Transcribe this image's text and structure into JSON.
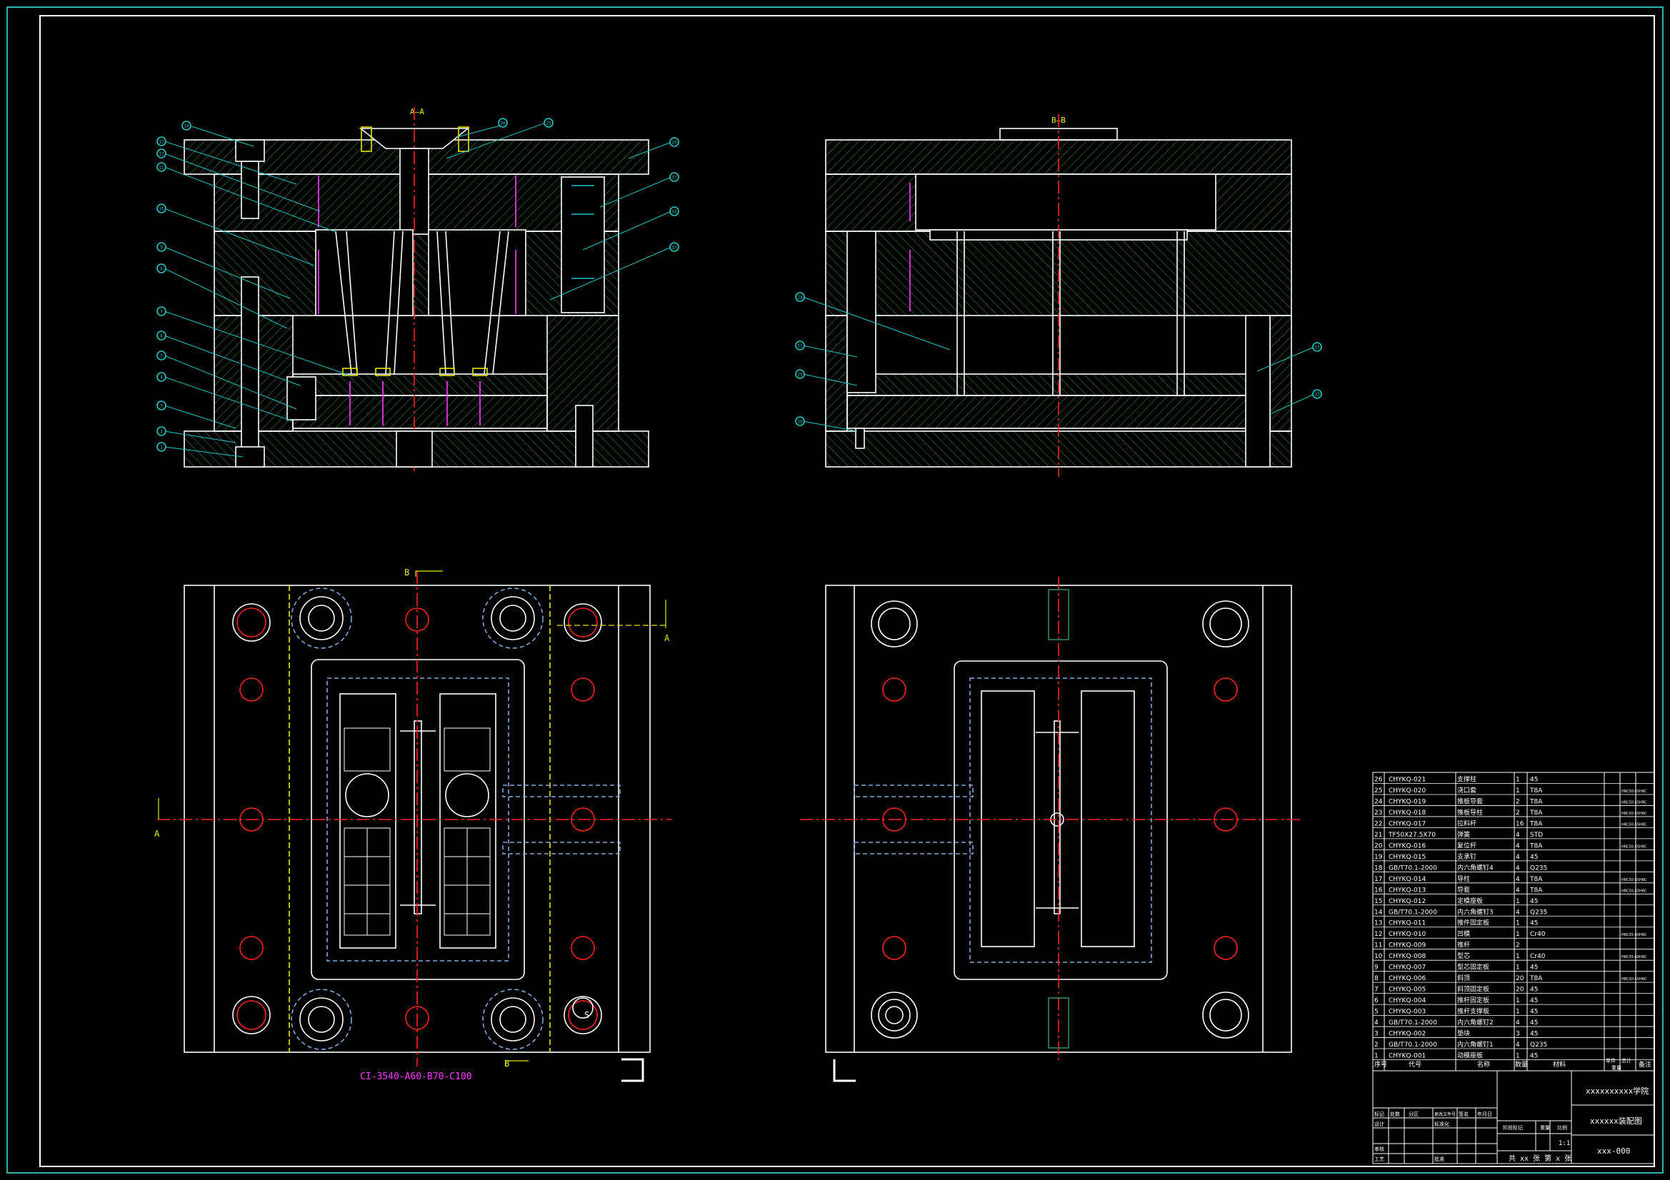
{
  "drawing": {
    "section_a_label": "A—A",
    "section_b_label": "B—B",
    "mold_code": "CI-3540-A60-B70-C100",
    "cut_mark_a": "A",
    "cut_mark_b": "B",
    "dimension_callout": "S"
  },
  "callouts_a": [
    "26",
    "25",
    "20",
    "17",
    "16",
    "15",
    "14",
    "13",
    "12",
    "11",
    "10",
    "9",
    "8",
    "7",
    "6",
    "5",
    "4",
    "3",
    "2",
    "1"
  ],
  "callouts_b": [
    "24",
    "21",
    "19",
    "18",
    "22",
    "23"
  ],
  "bom": [
    {
      "no": "26",
      "code": "CHYKQ-021",
      "name": "支撑柱",
      "qty": "1",
      "mat": "45",
      "note": ""
    },
    {
      "no": "25",
      "code": "CHYKQ-020",
      "name": "浇口套",
      "qty": "1",
      "mat": "T8A",
      "note": "HRC50-55HRC"
    },
    {
      "no": "24",
      "code": "CHYKQ-019",
      "name": "推板导套",
      "qty": "2",
      "mat": "T8A",
      "note": "HRC50-55HRC"
    },
    {
      "no": "23",
      "code": "CHYKQ-018",
      "name": "推板导柱",
      "qty": "2",
      "mat": "T8A",
      "note": "HRC50-55HRC"
    },
    {
      "no": "22",
      "code": "CHYKQ-017",
      "name": "拉料杆",
      "qty": "16",
      "mat": "T8A",
      "note": "HRC50-55HRC"
    },
    {
      "no": "21",
      "code": "TF50X27.5X70",
      "name": "弹簧",
      "qty": "4",
      "mat": "STD",
      "note": ""
    },
    {
      "no": "20",
      "code": "CHYKQ-016",
      "name": "复位杆",
      "qty": "4",
      "mat": "T8A",
      "note": "HRC50-55HRC"
    },
    {
      "no": "19",
      "code": "CHYKQ-015",
      "name": "支承钉",
      "qty": "4",
      "mat": "45",
      "note": ""
    },
    {
      "no": "18",
      "code": "GB/T70.1-2000",
      "name": "内六角螺钉4",
      "qty": "4",
      "mat": "Q235",
      "note": ""
    },
    {
      "no": "17",
      "code": "CHYKQ-014",
      "name": "导柱",
      "qty": "4",
      "mat": "T8A",
      "note": "HRC50-55HRC"
    },
    {
      "no": "16",
      "code": "CHYKQ-013",
      "name": "导套",
      "qty": "4",
      "mat": "T8A",
      "note": "HRC50-55HRC"
    },
    {
      "no": "15",
      "code": "CHYKQ-012",
      "name": "定模座板",
      "qty": "1",
      "mat": "45",
      "note": ""
    },
    {
      "no": "14",
      "code": "GB/T70.1-2000",
      "name": "内六角螺钉3",
      "qty": "4",
      "mat": "Q235",
      "note": ""
    },
    {
      "no": "13",
      "code": "CHYKQ-011",
      "name": "推件固定板",
      "qty": "1",
      "mat": "45",
      "note": ""
    },
    {
      "no": "12",
      "code": "CHYKQ-010",
      "name": "凹模",
      "qty": "1",
      "mat": "Cr40",
      "note": "HRC55-60HRC"
    },
    {
      "no": "11",
      "code": "CHYKQ-009",
      "name": "推杆",
      "qty": "2",
      "mat": "",
      "note": ""
    },
    {
      "no": "10",
      "code": "CHYKQ-008",
      "name": "型芯",
      "qty": "1",
      "mat": "Cr40",
      "note": "HRC55-60HRC"
    },
    {
      "no": "9",
      "code": "CHYKQ-007",
      "name": "型芯固定板",
      "qty": "1",
      "mat": "45",
      "note": ""
    },
    {
      "no": "8",
      "code": "CHYKQ-006",
      "name": "斜顶",
      "qty": "20",
      "mat": "T8A",
      "note": "HRC50-55HRC"
    },
    {
      "no": "7",
      "code": "CHYKQ-005",
      "name": "斜顶固定板",
      "qty": "20",
      "mat": "45",
      "note": ""
    },
    {
      "no": "6",
      "code": "CHYKQ-004",
      "name": "推杆固定板",
      "qty": "1",
      "mat": "45",
      "note": ""
    },
    {
      "no": "5",
      "code": "CHYKQ-003",
      "name": "推杆支撑板",
      "qty": "1",
      "mat": "45",
      "note": ""
    },
    {
      "no": "4",
      "code": "GB/T70.1-2000",
      "name": "内六角螺钉2",
      "qty": "4",
      "mat": "45",
      "note": ""
    },
    {
      "no": "3",
      "code": "CHYKQ-002",
      "name": "垫块",
      "qty": "3",
      "mat": "45",
      "note": ""
    },
    {
      "no": "2",
      "code": "GB/T70.1-2000",
      "name": "内六角螺钉1",
      "qty": "4",
      "mat": "Q235",
      "note": ""
    },
    {
      "no": "1",
      "code": "CHYKQ-001",
      "name": "动模座板",
      "qty": "1",
      "mat": "45",
      "note": ""
    }
  ],
  "bom_header": {
    "no": "序号",
    "code": "代号",
    "name": "名称",
    "qty": "数量",
    "mat": "材料",
    "unit_weight": "单件",
    "total_weight": "总计",
    "weight": "重量",
    "note": "备注"
  },
  "title_block": {
    "school": "xxxxxxxxxx学院",
    "drawing_name": "xxxxxx装配图",
    "drawing_no": "xxx-000",
    "scale": "1:1",
    "sheets": "共 xx 张  第 x 张",
    "rows": [
      "标记",
      "处数",
      "分区",
      "更改文件号",
      "签名",
      "年月日"
    ],
    "roles": [
      "设计",
      "审核",
      "工艺",
      "批准"
    ],
    "std": "标准化",
    "stage": "阶段标记",
    "weight": "重量",
    "ratio": "比例"
  },
  "colors": {
    "outline": "#ffffff",
    "hatch": "#2e8b57",
    "center": "#ff2020",
    "callout": "#22c4c4",
    "magenta": "#ff3bff",
    "yellow": "#e6e600",
    "dashed": "#7fa8d8"
  }
}
